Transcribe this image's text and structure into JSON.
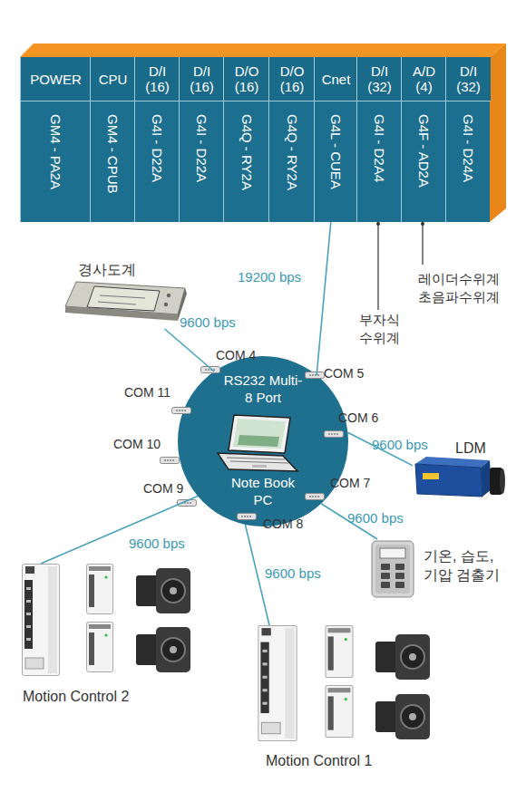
{
  "diagram": {
    "nodes": [
      {
        "text": [
          "POWER",
          "GM4 - PA2A"
        ]
      },
      {
        "text": [
          "CPU",
          "GM4 - CPUB"
        ]
      },
      {
        "text": [
          "D/I (16)",
          "G4I - D22A"
        ]
      },
      {
        "text": [
          "D/I (16)",
          "G4I - D22A"
        ]
      },
      {
        "text": [
          "D/O (16)",
          "G4Q - RY2A"
        ]
      },
      {
        "text": [
          "D/O (16)",
          "G4Q - RY2A"
        ]
      },
      {
        "text": [
          "Cnet",
          "G4L - CUEA"
        ]
      },
      {
        "text": [
          "D/I (32)",
          "G4I - D2A4"
        ]
      },
      {
        "text": [
          "A/D (4)",
          "G4F - AD2A"
        ]
      },
      {
        "text": [
          "D/I (32)",
          "G4I - D24A"
        ]
      },
      {
        "text": [
          "경사도계"
        ]
      },
      {
        "text": [
          "RS232 Multi-8 Port",
          "Note Book PC"
        ]
      },
      {
        "text": [
          "LDM"
        ]
      },
      {
        "text": [
          "기온, 습도, 기압 검출기"
        ]
      },
      {
        "text": [
          "Motion Control 2"
        ]
      },
      {
        "text": [
          "Motion Control 1"
        ]
      }
    ],
    "edges": [
      {
        "from": 6,
        "to": 11,
        "arrow": "none",
        "label": "19200 bps"
      },
      {
        "from": 10,
        "to": 11,
        "arrow": "none",
        "label": "9600 bps"
      },
      {
        "from": 12,
        "to": 11,
        "arrow": "none",
        "label": "9600 bps"
      },
      {
        "from": 13,
        "to": 11,
        "arrow": "none",
        "label": "9600 bps"
      },
      {
        "from": 15,
        "to": 11,
        "arrow": "none",
        "label": "9600 bps"
      },
      {
        "from": 14,
        "to": 11,
        "arrow": "none",
        "label": "9600 bps"
      }
    ],
    "labels": [
      "레이더수위계 초음파수위계",
      "부자식 수위계",
      "COM 4",
      "COM 5",
      "COM 11",
      "COM 6",
      "COM 10",
      "COM 7",
      "COM 9",
      "COM 8"
    ]
  }
}
